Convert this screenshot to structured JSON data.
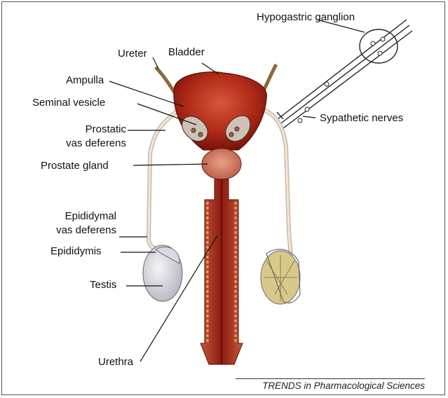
{
  "labels": {
    "hypogastric_ganglion": "Hypogastric ganglion",
    "ureter": "Ureter",
    "bladder": "Bladder",
    "ampulla": "Ampulla",
    "seminal_vesicle": "Seminal vesicle",
    "prostatic_vas_line1": "Prostatic",
    "prostatic_vas_line2": "vas deferens",
    "sympathetic_nerves": "Sypathetic nerves",
    "prostate_gland": "Prostate gland",
    "epididymal_vas_line1": "Epididymal",
    "epididymal_vas_line2": "vas deferens",
    "epididymis": "Epididymis",
    "testis": "Testis",
    "urethra": "Urethra"
  },
  "footer": {
    "source": "TRENDS in Pharmacological Sciences"
  },
  "colors": {
    "tissue_dark": "#8b1a10",
    "tissue_mid": "#b8301c",
    "tissue_light": "#d9684a",
    "vas": "#e8d8c8",
    "nerve": "#222222",
    "testis": "#e6e4ea"
  }
}
